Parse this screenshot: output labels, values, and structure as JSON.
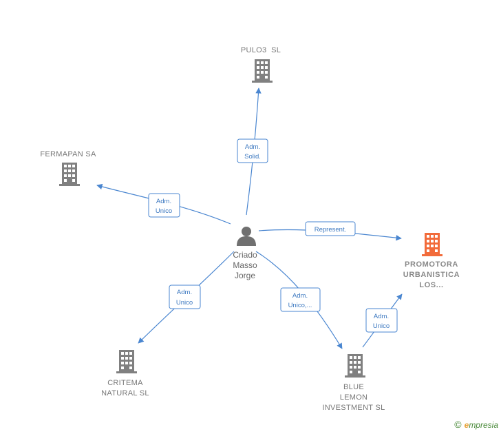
{
  "diagram": {
    "person": {
      "label_lines": [
        "Criado",
        "Masso",
        "Jorge"
      ],
      "icon": "person-icon"
    },
    "companies": [
      {
        "id": "pulo3",
        "label_lines": [
          "PULO3  SL"
        ],
        "icon": "building-icon",
        "color": "#808080"
      },
      {
        "id": "fermapan",
        "label_lines": [
          "FERMAPAN SA"
        ],
        "icon": "building-icon",
        "color": "#808080"
      },
      {
        "id": "promotora",
        "label_lines": [
          "PROMOTORA",
          "URBANISTICA",
          "LOS..."
        ],
        "icon": "building-icon",
        "color": "#f26b3a"
      },
      {
        "id": "critema",
        "label_lines": [
          "CRITEMA",
          "NATURAL SL"
        ],
        "icon": "building-icon",
        "color": "#808080"
      },
      {
        "id": "bluelemon",
        "label_lines": [
          "BLUE",
          "LEMON",
          "INVESTMENT SL"
        ],
        "icon": "building-icon",
        "color": "#808080"
      }
    ],
    "edges": [
      {
        "id": "to-pulo3",
        "label_lines": [
          "Adm.",
          "Solid."
        ]
      },
      {
        "id": "to-fermapan",
        "label_lines": [
          "Adm.",
          "Unico"
        ]
      },
      {
        "id": "to-promotora",
        "label_lines": [
          "Represent."
        ]
      },
      {
        "id": "to-critema",
        "label_lines": [
          "Adm.",
          "Unico"
        ]
      },
      {
        "id": "to-bluelemon",
        "label_lines": [
          "Adm.",
          "Unico,..."
        ]
      },
      {
        "id": "bluelemon-to-promotora",
        "label_lines": [
          "Adm.",
          "Unico"
        ]
      }
    ],
    "edge_color": "#4a86d0"
  },
  "footer": {
    "copyright_symbol": "©",
    "brand_first": "e",
    "brand_rest": "mpresia"
  }
}
